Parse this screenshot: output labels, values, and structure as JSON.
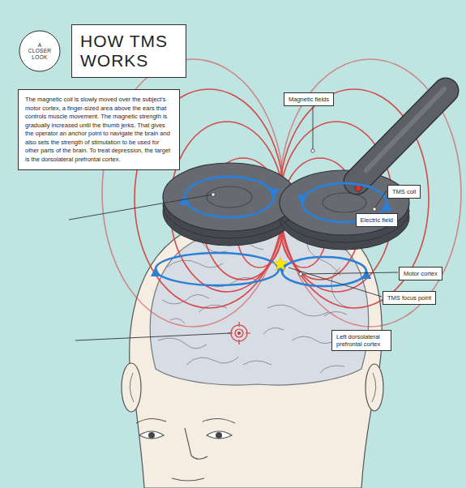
{
  "diagram": {
    "title": "HOW TMS WORKS",
    "nodes": [
      {
        "text": [
          "A CLOSER LOOK"
        ]
      },
      {
        "text": [
          "The magnetic coil is slowly moved over the subject's motor cortex, a finger-sized area above the ears that controls muscle movement. The magnetic strength is gradually increased until the thumb jerks. That gives the operator an anchor point to navigate the brain and also sets the strength of stimulation to be used for other parts of the brain. To treat depression, the target is the dorsolateral prefrontal cortex."
        ]
      },
      {
        "text": [
          "Magnetic fields"
        ]
      },
      {
        "text": [
          "TMS coil"
        ]
      },
      {
        "text": [
          "Electric field"
        ]
      },
      {
        "text": [
          "Motor cortex"
        ]
      },
      {
        "text": [
          "TMS focus point"
        ]
      },
      {
        "text": [
          "Left dorsolateral prefrontal cortex"
        ]
      }
    ]
  }
}
